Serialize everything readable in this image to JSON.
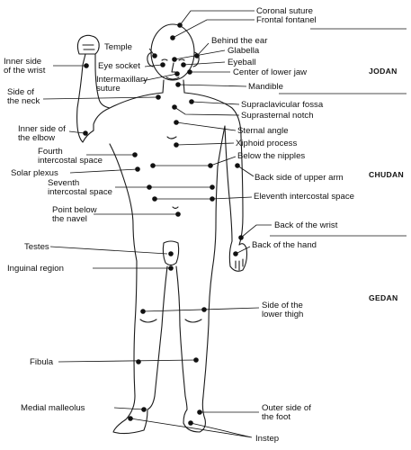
{
  "zones": [
    "JODAN",
    "CHUDAN",
    "GEDAN"
  ],
  "points": [
    {
      "id": "coronal-suture",
      "label": [
        "Coronal suture"
      ]
    },
    {
      "id": "frontal-fontanel",
      "label": [
        "Frontal fontanel"
      ]
    },
    {
      "id": "behind-the-ear",
      "label": [
        "Behind the ear"
      ]
    },
    {
      "id": "temple",
      "label": [
        "Temple"
      ]
    },
    {
      "id": "glabella",
      "label": [
        "Glabella"
      ]
    },
    {
      "id": "inner-side-of-the-wrist",
      "label": [
        "Inner side",
        "of the wrist"
      ]
    },
    {
      "id": "eye-socket",
      "label": [
        "Eye socket"
      ]
    },
    {
      "id": "eyeball",
      "label": [
        "Eyeball"
      ]
    },
    {
      "id": "center-of-lower-jaw",
      "label": [
        "Center of lower jaw"
      ]
    },
    {
      "id": "intermaxillary-suture",
      "label": [
        "Intermaxillary",
        "suture"
      ]
    },
    {
      "id": "mandible",
      "label": [
        "Mandible"
      ]
    },
    {
      "id": "side-of-the-neck",
      "label": [
        "Side of",
        "the neck"
      ]
    },
    {
      "id": "supraclavicular-fossa",
      "label": [
        "Supraclavicular fossa"
      ]
    },
    {
      "id": "suprasternal-notch",
      "label": [
        "Suprasternal notch"
      ]
    },
    {
      "id": "inner-side-of-the-elbow",
      "label": [
        "Inner side of",
        "the elbow"
      ]
    },
    {
      "id": "sternal-angle",
      "label": [
        "Sternal angle"
      ]
    },
    {
      "id": "xiphoid-process",
      "label": [
        "Xiphoid process"
      ]
    },
    {
      "id": "fourth-intercostal-space",
      "label": [
        "Fourth",
        "intercostal space"
      ]
    },
    {
      "id": "below-the-nipples",
      "label": [
        "Below the nipples"
      ]
    },
    {
      "id": "solar-plexus",
      "label": [
        "Solar plexus"
      ]
    },
    {
      "id": "back-side-of-upper-arm",
      "label": [
        "Back side of upper arm"
      ]
    },
    {
      "id": "seventh-intercostal-space",
      "label": [
        "Seventh",
        "intercostal space"
      ]
    },
    {
      "id": "eleventh-intercostal-space",
      "label": [
        "Eleventh intercostal space"
      ]
    },
    {
      "id": "point-below-the-navel",
      "label": [
        "Point below",
        "the navel"
      ]
    },
    {
      "id": "back-of-the-wrist",
      "label": [
        "Back of the wrist"
      ]
    },
    {
      "id": "back-of-the-hand",
      "label": [
        "Back of the hand"
      ]
    },
    {
      "id": "testes",
      "label": [
        "Testes"
      ]
    },
    {
      "id": "inguinal-region",
      "label": [
        "Inguinal region"
      ]
    },
    {
      "id": "side-of-the-lower-thigh",
      "label": [
        "Side of the",
        "lower thigh"
      ]
    },
    {
      "id": "fibula",
      "label": [
        "Fibula"
      ]
    },
    {
      "id": "medial-malleolus",
      "label": [
        "Medial malleolus"
      ]
    },
    {
      "id": "outer-side-of-the-foot",
      "label": [
        "Outer side of",
        "the foot"
      ]
    },
    {
      "id": "instep",
      "label": [
        "Instep"
      ]
    }
  ]
}
